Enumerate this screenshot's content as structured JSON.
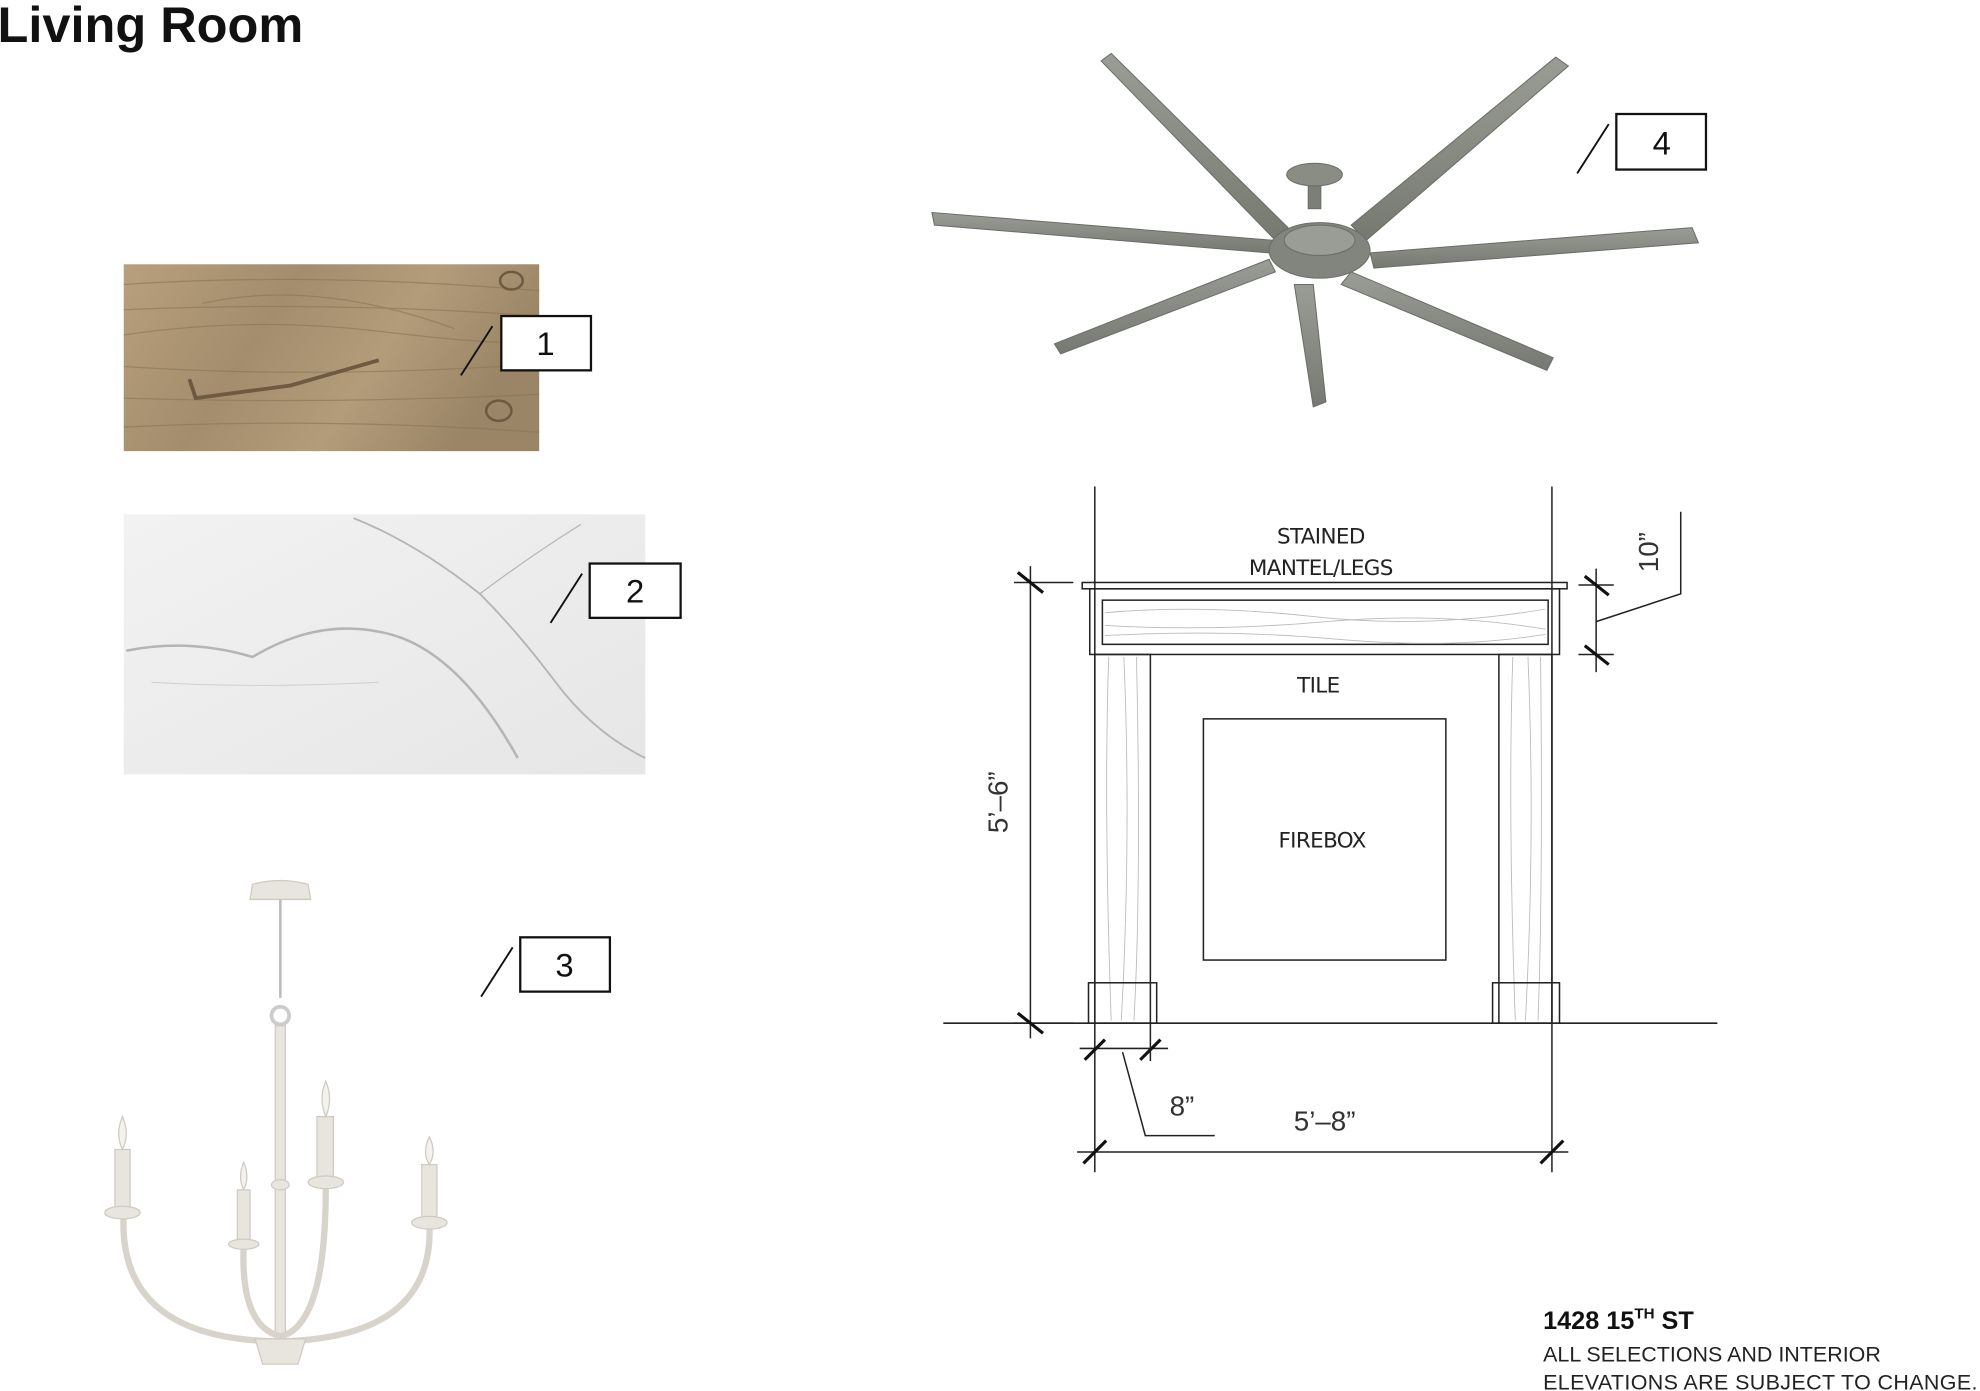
{
  "title": "Living Room",
  "callouts": [
    {
      "number": "1",
      "item": "wood-flooring-swatch"
    },
    {
      "number": "2",
      "item": "marble-tile-swatch"
    },
    {
      "number": "3",
      "item": "chandelier"
    },
    {
      "number": "4",
      "item": "ceiling-fan"
    }
  ],
  "fireplace": {
    "label_stained": "STAINED",
    "label_mantel": "MANTEL/LEGS",
    "label_tile": "TILE",
    "label_firebox": "FIREBOX",
    "dim_height": "5’–6”",
    "dim_mantel": "10”",
    "dim_leg": "8”",
    "dim_width": "5’–8”"
  },
  "footer": {
    "address_main": "1428 15",
    "address_sup": "TH",
    "address_end": " ST",
    "disclaimer_line1": "ALL SELECTIONS AND INTERIOR",
    "disclaimer_line2": "ELEVATIONS ARE SUBJECT TO CHANGE."
  },
  "colors": {
    "wood": "#a8916f",
    "marble": "#eeeeee",
    "fan": "#8a8d86",
    "chandelier": "#e6e3dc"
  }
}
